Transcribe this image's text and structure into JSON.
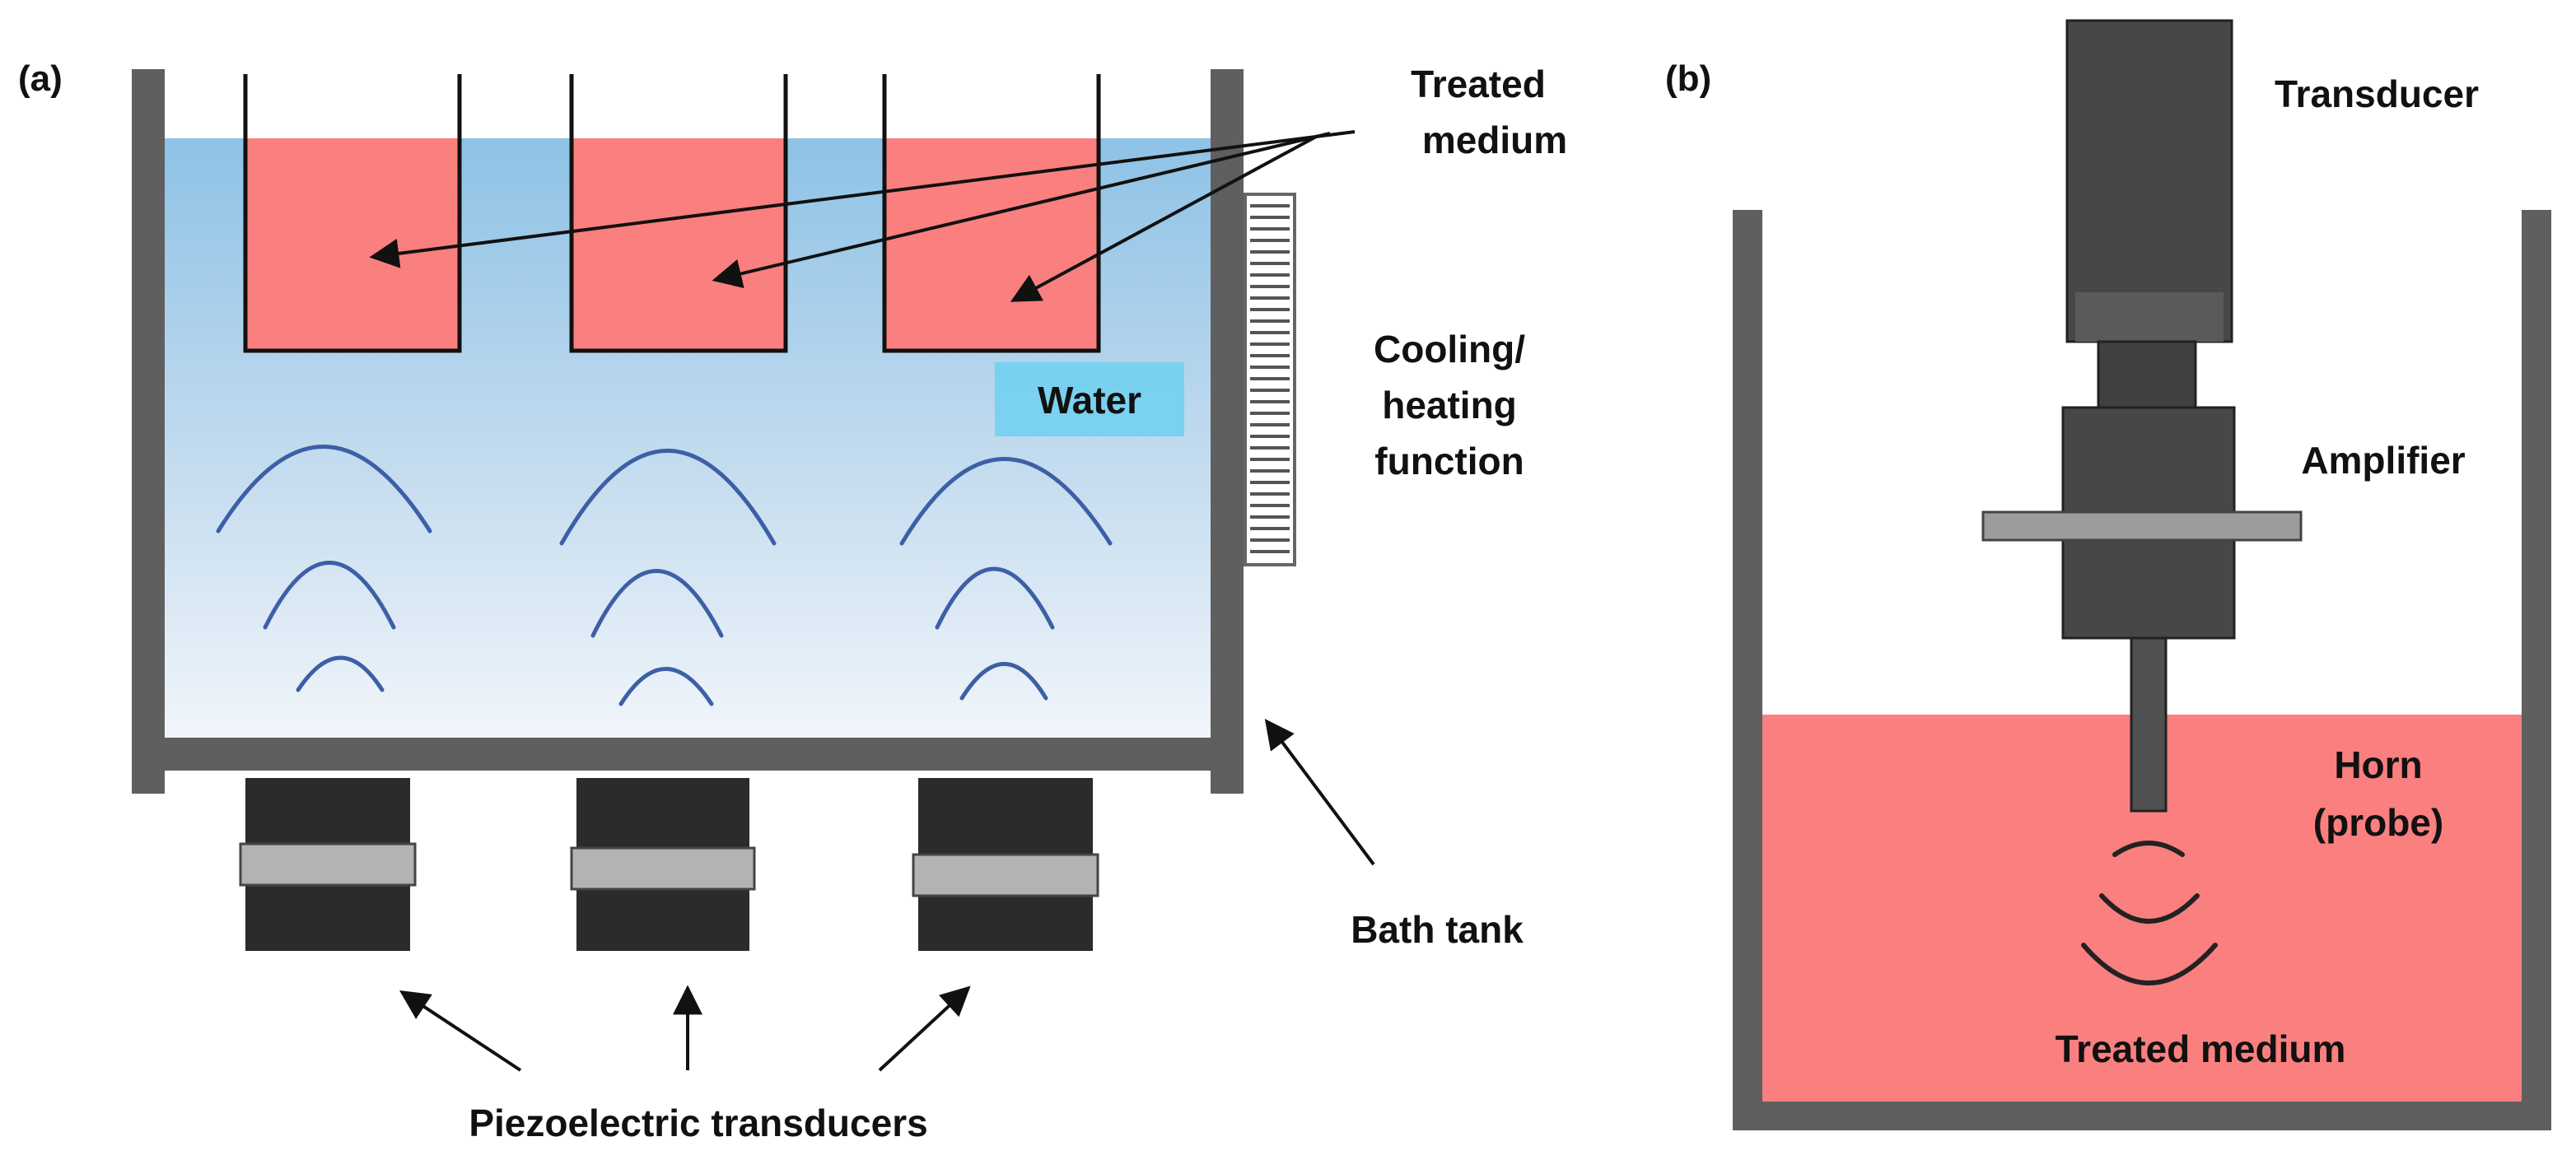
{
  "panel_a": {
    "tag": "(a)",
    "labels": {
      "treated_medium_line1": "Treated",
      "treated_medium_line2": "medium",
      "water": "Water",
      "cooling_line1": "Cooling/",
      "cooling_line2": "heating",
      "cooling_line3": "function",
      "bath_tank": "Bath tank",
      "piezo": "Piezoelectric transducers"
    }
  },
  "panel_b": {
    "tag": "(b)",
    "labels": {
      "transducer": "Transducer",
      "amplifier": "Amplifier",
      "horn_line1": "Horn",
      "horn_line2": "(probe)",
      "treated_medium": "Treated medium"
    }
  },
  "colors": {
    "medium": "#fa7f7f",
    "water_top": "#8ec2e6",
    "water_bottom": "#f1f5fa",
    "tank": "#5f5f5f",
    "transducer_dark": "#2b2b2b",
    "transducer_band": "#b3b3b3",
    "wave": "#3d5fa6",
    "water_label_bg": "#6ed0f0"
  }
}
